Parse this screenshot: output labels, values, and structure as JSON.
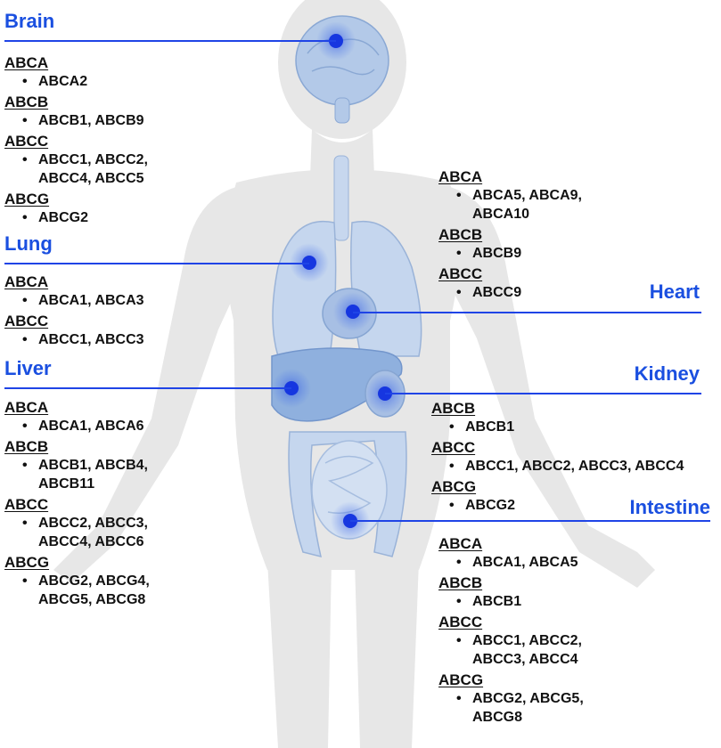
{
  "colors": {
    "title": "#1a4fe0",
    "line": "#1f44e6",
    "body_silhouette": "#e7e7e7",
    "organ_fill": "#a9c3e6",
    "marker": "#1636e0"
  },
  "organs": {
    "brain": {
      "title": "Brain",
      "families": [
        {
          "name": "ABCA",
          "genes": "ABCA2"
        },
        {
          "name": "ABCB",
          "genes": "ABCB1, ABCB9"
        },
        {
          "name": "ABCC",
          "genes": "ABCC1, ABCC2,\nABCC4, ABCC5"
        },
        {
          "name": "ABCG",
          "genes": "ABCG2"
        }
      ]
    },
    "lung": {
      "title": "Lung",
      "families": [
        {
          "name": "ABCA",
          "genes": "ABCA1, ABCA3"
        },
        {
          "name": "ABCC",
          "genes": "ABCC1, ABCC3"
        }
      ]
    },
    "liver": {
      "title": "Liver",
      "families": [
        {
          "name": "ABCA",
          "genes": "ABCA1, ABCA6"
        },
        {
          "name": "ABCB",
          "genes": "ABCB1, ABCB4,\nABCB11"
        },
        {
          "name": "ABCC",
          "genes": "ABCC2, ABCC3,\nABCC4, ABCC6"
        },
        {
          "name": "ABCG",
          "genes": "ABCG2, ABCG4,\nABCG5, ABCG8"
        }
      ]
    },
    "heart": {
      "title": "Heart",
      "families": [
        {
          "name": "ABCA",
          "genes": "ABCA5, ABCA9,\nABCA10"
        },
        {
          "name": "ABCB",
          "genes": "ABCB9"
        },
        {
          "name": "ABCC",
          "genes": "ABCC9"
        }
      ]
    },
    "kidney": {
      "title": "Kidney",
      "families": [
        {
          "name": "ABCB",
          "genes": "ABCB1"
        },
        {
          "name": "ABCC",
          "genes": "ABCC1, ABCC2, ABCC3, ABCC4"
        },
        {
          "name": "ABCG",
          "genes": "ABCG2"
        }
      ]
    },
    "intestine": {
      "title": "Intestine",
      "families": [
        {
          "name": "ABCA",
          "genes": "ABCA1, ABCA5"
        },
        {
          "name": "ABCB",
          "genes": "ABCB1"
        },
        {
          "name": "ABCC",
          "genes": "ABCC1, ABCC2,\nABCC3, ABCC4"
        },
        {
          "name": "ABCG",
          "genes": "ABCG2, ABCG5,\nABCG8"
        }
      ]
    }
  }
}
